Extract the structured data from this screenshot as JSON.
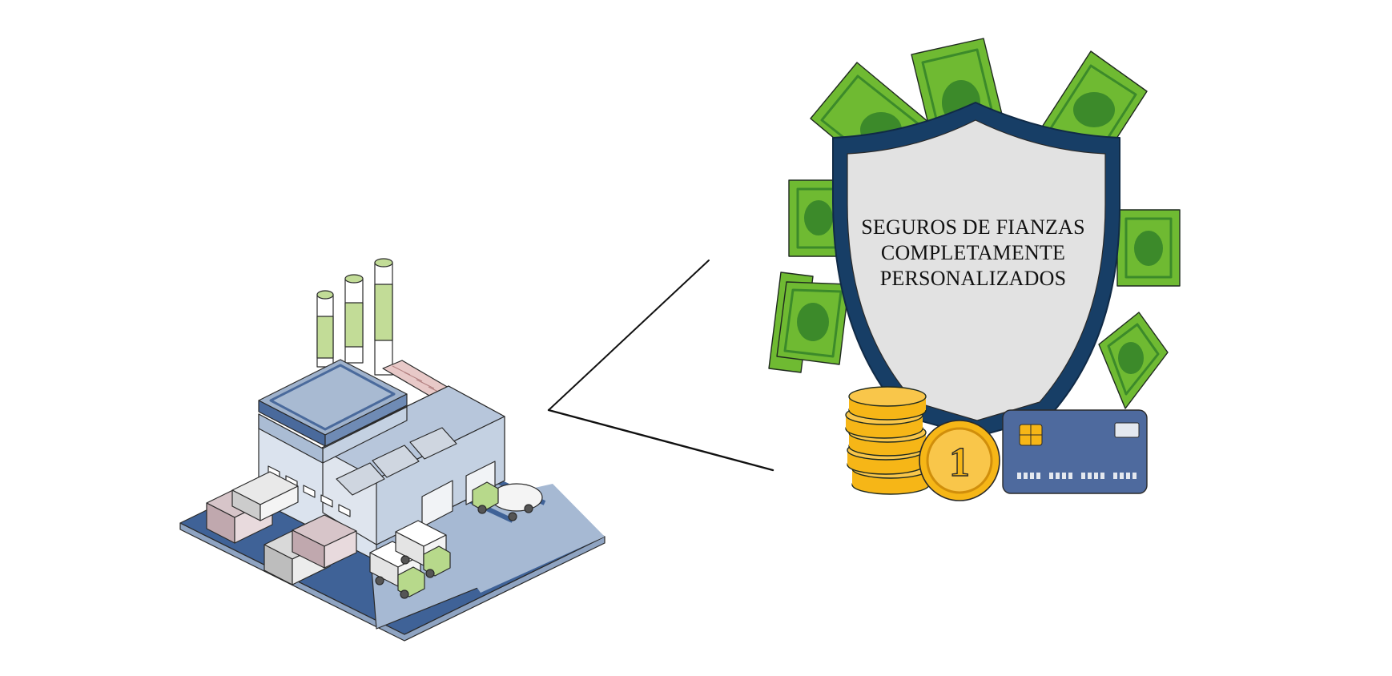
{
  "illustration": {
    "shield_lines": [
      "SEGUROS DE FIANZAS",
      "COMPLETAMENTE",
      "PERSONALIZADOS"
    ],
    "coin_label": "1"
  },
  "icons": [
    "factory-icon",
    "truck-icon",
    "tanker-truck-icon",
    "shipping-container-icon",
    "shield-icon",
    "banknote-icon",
    "coin-stack-icon",
    "coin-icon",
    "credit-card-icon"
  ],
  "colors": {
    "factory_blue": "#4a6a9c",
    "factory_light": "#a4b6cf",
    "lime": "#b9d88a",
    "money_green": "#6fba32",
    "money_dark": "#3c8a2a",
    "shield_navy": "#173e66",
    "shield_fill": "#e2e2e2",
    "coin_gold": "#f6b617",
    "card_blue": "#4e6a9e"
  }
}
